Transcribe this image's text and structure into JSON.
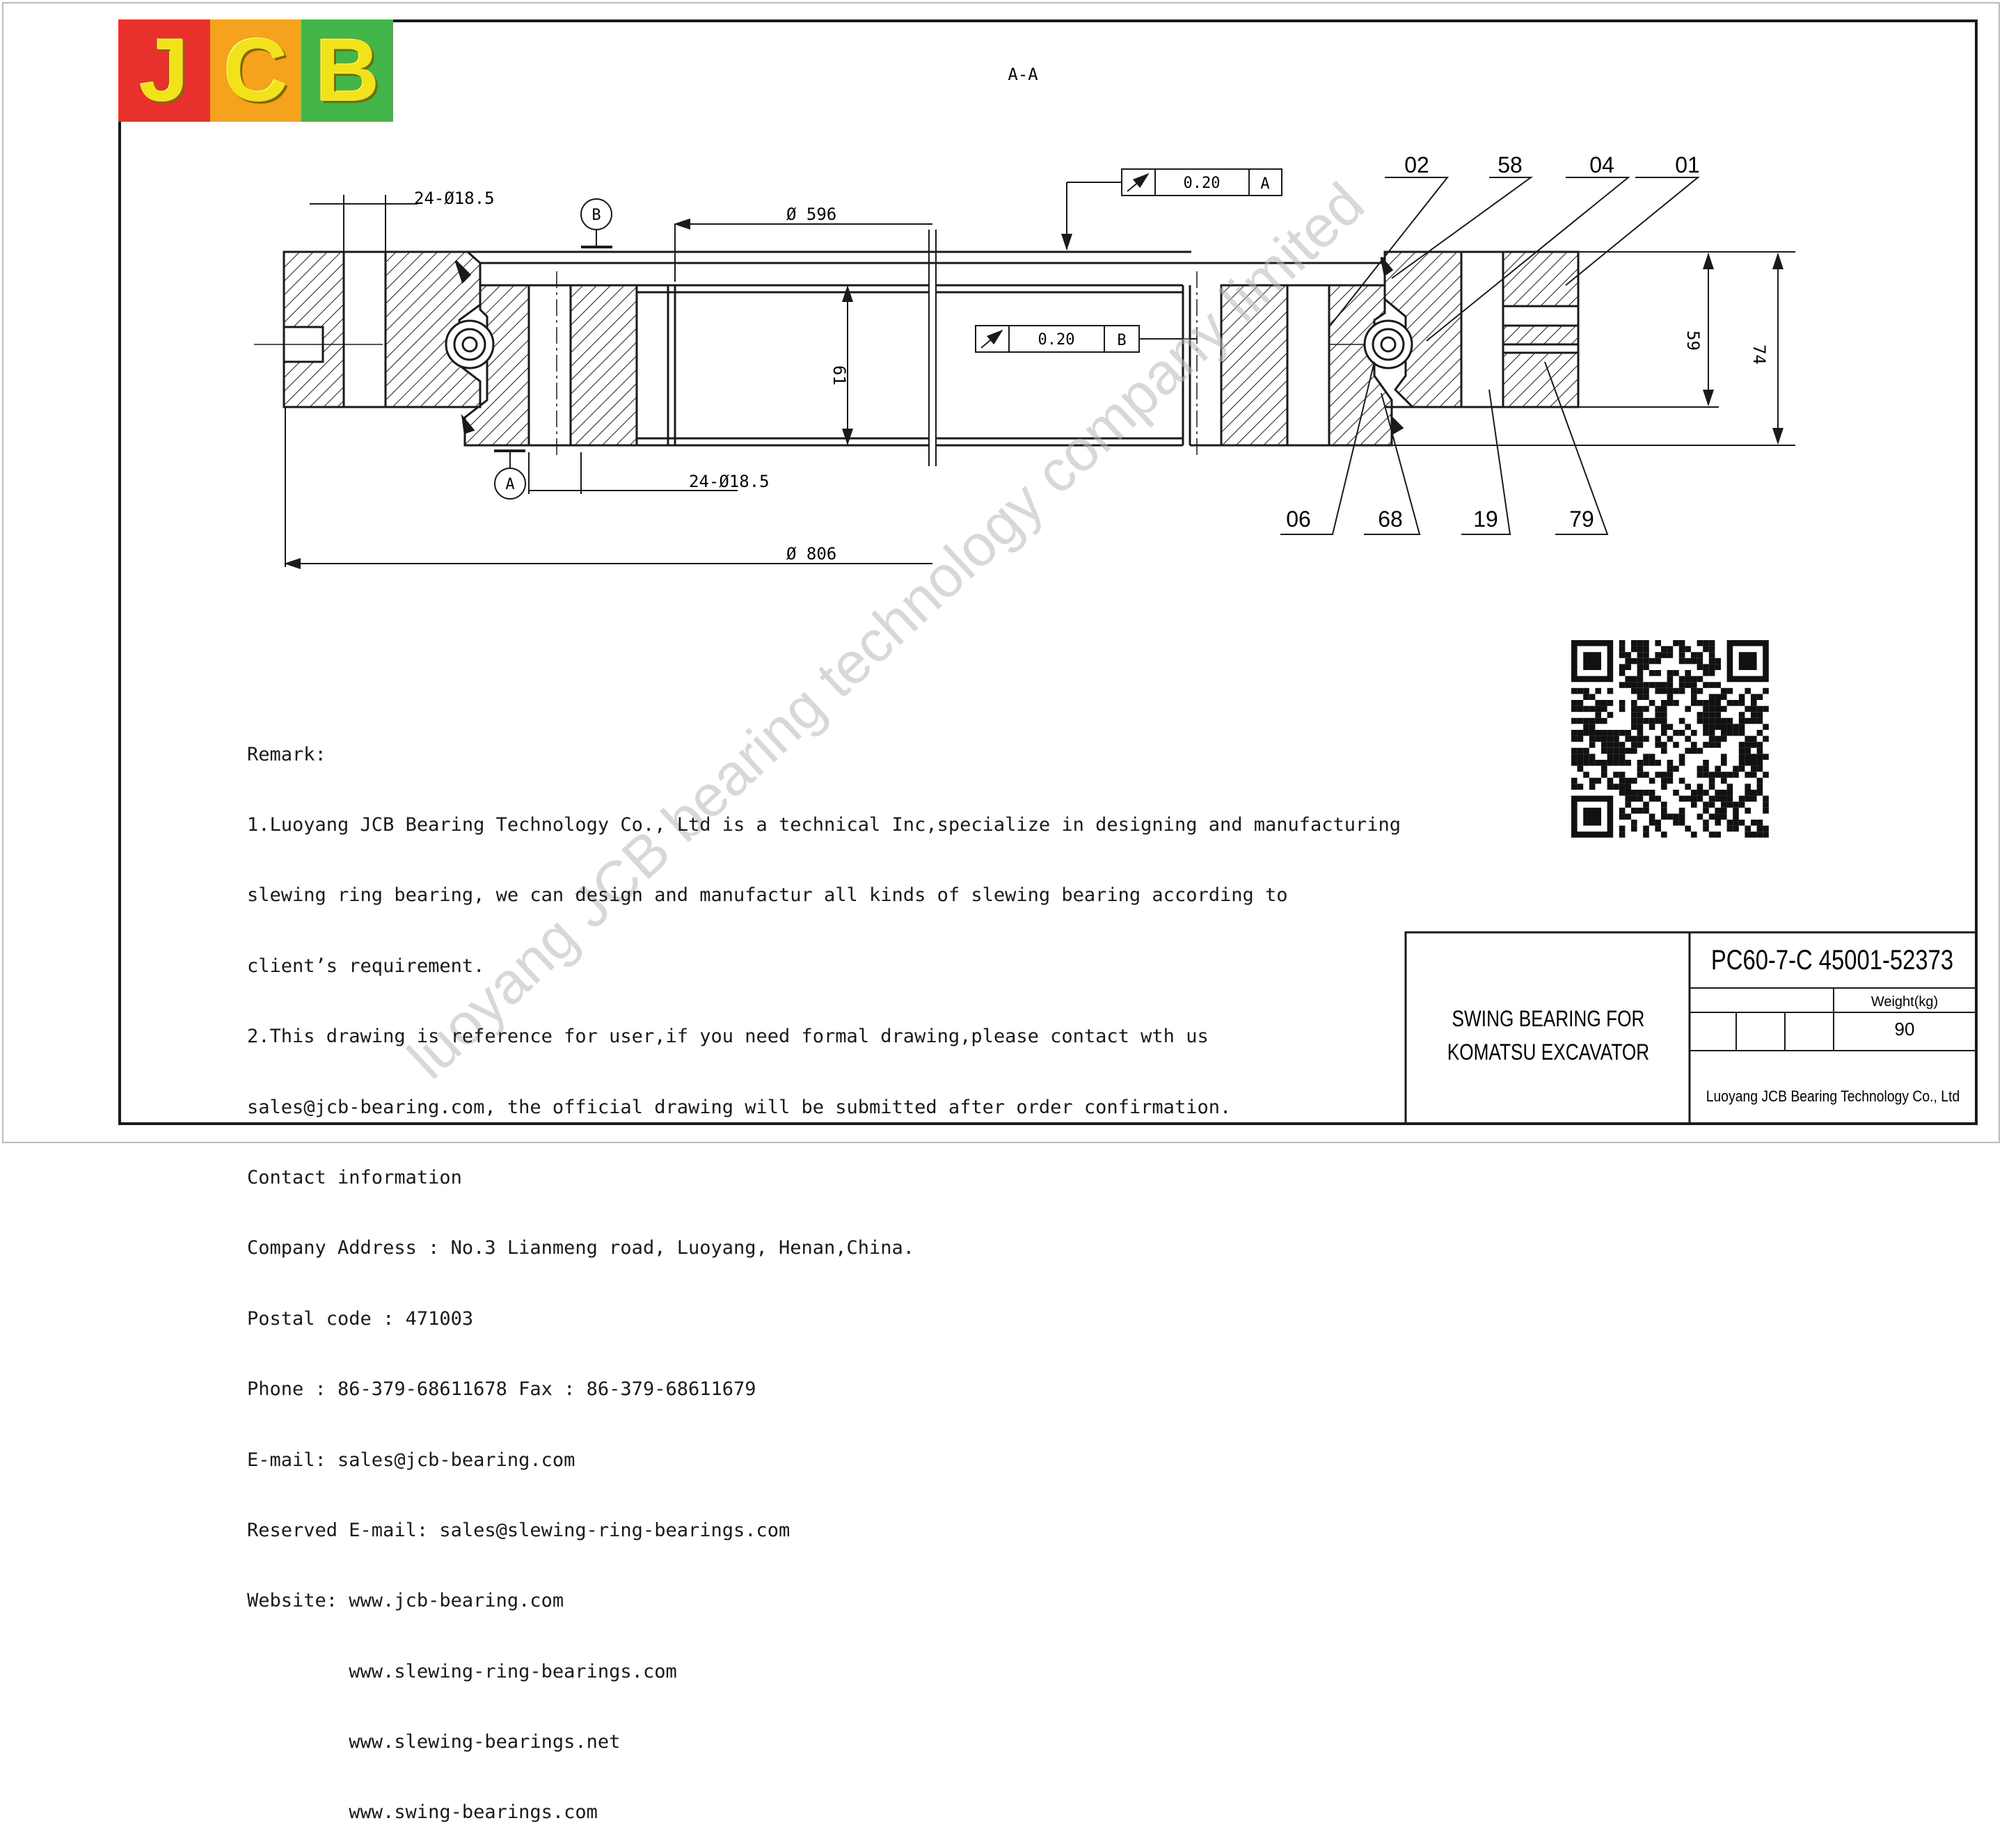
{
  "logo": {
    "letters": [
      "J",
      "C",
      "B"
    ],
    "colors": [
      "#e8312c",
      "#f5a21c",
      "#43b549"
    ]
  },
  "section_label": "A-A",
  "dimensions": {
    "bolt_holes_outer": "24-Ø18.5",
    "bolt_holes_inner": "24-Ø18.5",
    "inner_diameter": "Ø 596",
    "outer_diameter": "Ø 806",
    "height_inner": "61",
    "height_59": "59",
    "height_74": "74"
  },
  "tolerances": {
    "top": {
      "value": "0.20",
      "datum": "A"
    },
    "inner": {
      "value": "0.20",
      "datum": "B"
    }
  },
  "datums": {
    "a": "A",
    "b": "B"
  },
  "part_numbers": {
    "p02": "02",
    "p58": "58",
    "p04": "04",
    "p01": "01",
    "p06": "06",
    "p68": "68",
    "p19": "19",
    "p79": "79"
  },
  "watermark": "luoyang JCB bearing technology company limited",
  "remarks": [
    "Remark:",
    "1.Luoyang JCB Bearing Technology Co., Ltd is a technical Inc,specialize in designing and manufacturing",
    "slewing ring bearing, we can design and manufactur all kinds of slewing bearing according to",
    "client’s requirement.",
    "2.This drawing is reference for user,if you need formal drawing,please contact wth us",
    "sales@jcb-bearing.com, the official drawing will be submitted after order confirmation.",
    "Contact information",
    "Company Address : No.3 Lianmeng road, Luoyang, Henan,China.",
    "Postal code : 471003",
    "Phone : 86-379-68611678 Fax : 86-379-68611679",
    "E-mail: sales@jcb-bearing.com",
    "Reserved E-mail: sales@slewing-ring-bearings.com",
    "Website: www.jcb-bearing.com",
    "         www.slewing-ring-bearings.com",
    "         www.slewing-bearings.net",
    "         www.swing-bearings.com"
  ],
  "title_block": {
    "part_code": "PC60-7-C 45001-52373",
    "description_line1": "SWING BEARING FOR",
    "description_line2": "KOMATSU EXCAVATOR",
    "weight_label": "Weight(kg)",
    "weight_value": "90",
    "company": "Luoyang JCB Bearing Technology Co., Ltd"
  }
}
